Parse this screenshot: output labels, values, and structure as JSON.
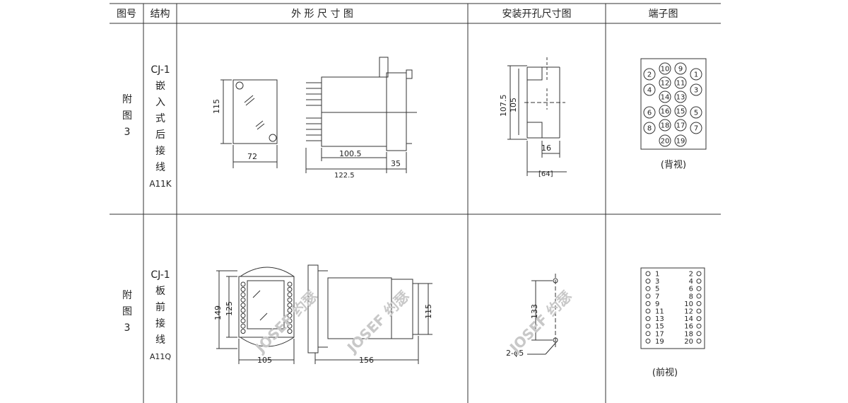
{
  "header": {
    "col_number": "图号",
    "col_structure": "结构",
    "col_outline": "外 形 尺 寸 图",
    "col_cutout": "安装开孔尺寸图",
    "col_terminal": "端子图"
  },
  "rows": [
    {
      "figure_label": [
        "附",
        "图",
        "3"
      ],
      "structure_lines": [
        "CJ-1",
        "嵌",
        "入",
        "式",
        "后",
        "接",
        "线",
        "A11K"
      ],
      "outline_dims": {
        "height": "115",
        "width": "72",
        "body": "100.5",
        "total": "122.5",
        "front": "35"
      },
      "cutout_dims": {
        "h1": "107.5",
        "h2": "105",
        "w1": "16",
        "w2": "[64]"
      },
      "terminals": [
        "2",
        "10",
        "9",
        "1",
        "4",
        "12",
        "11",
        "3",
        "14",
        "13",
        "6",
        "16",
        "15",
        "5",
        "8",
        "18",
        "17",
        "7",
        "20",
        "19"
      ],
      "terminal_caption": "(背视)"
    },
    {
      "figure_label": [
        "附",
        "图",
        "3"
      ],
      "structure_lines": [
        "CJ-1",
        "板",
        "前",
        "接",
        "线",
        "A11Q"
      ],
      "outline_dims": {
        "h_outer": "149",
        "h_inner": "125",
        "width": "105",
        "depth": "156",
        "side": "115"
      },
      "cutout_dims": {
        "h": "133",
        "hole": "2-φ5"
      },
      "terminals": [
        "1",
        "2",
        "3",
        "4",
        "5",
        "6",
        "7",
        "8",
        "9",
        "10",
        "11",
        "12",
        "13",
        "14",
        "15",
        "16",
        "17",
        "18",
        "19",
        "20"
      ],
      "terminal_caption": "(前视)"
    }
  ],
  "watermark": "JOSEF 约瑟"
}
